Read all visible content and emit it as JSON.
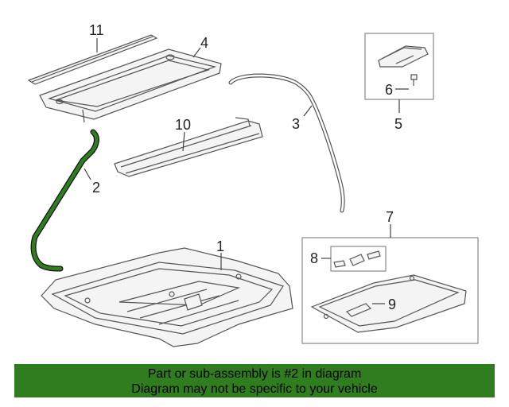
{
  "callouts": {
    "c1": "1",
    "c2": "2",
    "c3": "3",
    "c4": "4",
    "c5": "5",
    "c6": "6",
    "c7": "7",
    "c8": "8",
    "c9": "9",
    "c10": "10",
    "c11": "11"
  },
  "banner": {
    "line1": "Part or sub-assembly is #2 in diagram",
    "line2": "Diagram may not be specific to your vehicle"
  },
  "colors": {
    "highlight": "#2f7d1f",
    "banner_bg": "#2f7d1f"
  }
}
